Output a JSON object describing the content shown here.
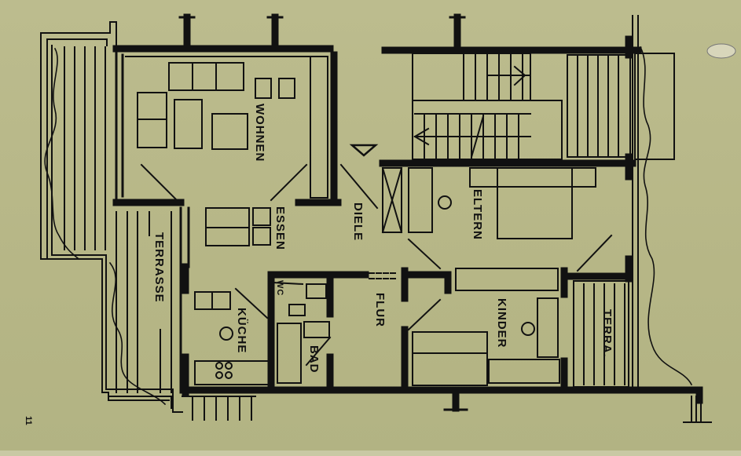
{
  "figure": {
    "type": "architectural floor plan",
    "background_color": "#b8b888",
    "ink_color": "#111111",
    "page_number": "11"
  },
  "rooms": [
    {
      "id": "wohnen",
      "label": "WOHNEN"
    },
    {
      "id": "essen",
      "label": "ESSEN"
    },
    {
      "id": "diele",
      "label": "DIELE"
    },
    {
      "id": "eltern",
      "label": "ELTERN"
    },
    {
      "id": "kueche",
      "label": "KÜCHE"
    },
    {
      "id": "wc",
      "label": "WC"
    },
    {
      "id": "bad",
      "label": "BAD"
    },
    {
      "id": "flur",
      "label": "FLUR"
    },
    {
      "id": "kinder",
      "label": "KINDER"
    },
    {
      "id": "terrasse_left",
      "label": "TERRASSE"
    },
    {
      "id": "terrasse_right",
      "label": "TERRA."
    }
  ]
}
